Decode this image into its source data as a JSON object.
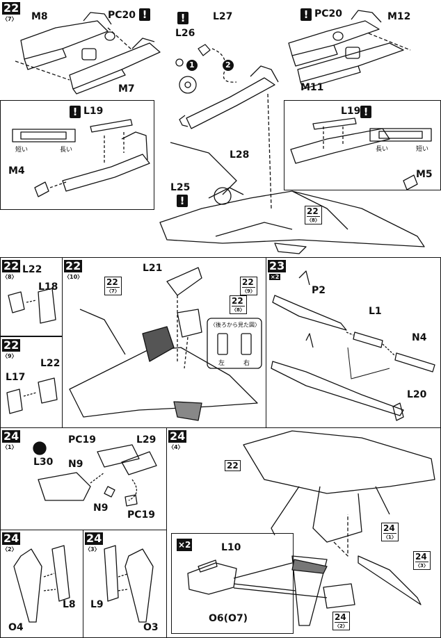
{
  "steps": {
    "s22_7": {
      "num": "22",
      "sub": "〈7〉"
    },
    "s22_8": {
      "num": "22",
      "sub": "〈8〉"
    },
    "s22_9": {
      "num": "22",
      "sub": "〈9〉"
    },
    "s22_10": {
      "num": "22",
      "sub": "〈10〉"
    },
    "s23": {
      "num": "23",
      "sub": "×2"
    },
    "s24_1": {
      "num": "24",
      "sub": "〈1〉"
    },
    "s24_2": {
      "num": "24",
      "sub": "〈2〉"
    },
    "s24_3": {
      "num": "24",
      "sub": "〈3〉"
    },
    "s24_4": {
      "num": "24",
      "sub": "〈4〉"
    }
  },
  "labels": {
    "m8": "M8",
    "pc20a": "PC20",
    "l26": "L26",
    "l27": "L27",
    "pc20b": "PC20",
    "m12": "M12",
    "m7": "M7",
    "m11": "M11",
    "l19a": "L19",
    "l19b": "L19",
    "m4": "M4",
    "m5": "M5",
    "l28": "L28",
    "l25": "L25",
    "l22a": "L22",
    "l18": "L18",
    "l17": "L17",
    "l22b": "L22",
    "l21": "L21",
    "p2": "P2",
    "l1": "L1",
    "n4": "N4",
    "l20": "L20",
    "l30": "L30",
    "pc19a": "PC19",
    "l29": "L29",
    "n9a": "N9",
    "n9b": "N9",
    "pc19b": "PC19",
    "o4": "O4",
    "l8": "L8",
    "l9": "L9",
    "o3": "O3",
    "l10": "L10",
    "o6o7": "O6(O7)",
    "x2": "×2"
  },
  "tags": {
    "t22_8_main": {
      "num": "22",
      "sub": "〈8〉"
    },
    "t22_7_ref": {
      "num": "22",
      "sub": "〈7〉"
    },
    "t22_8_ref": {
      "num": "22",
      "sub": "〈8〉"
    },
    "t22_9_ref": {
      "num": "22",
      "sub": "〈9〉"
    },
    "t22_main": {
      "num": "22",
      "sub": ""
    },
    "t24_1": {
      "num": "24",
      "sub": "〈1〉"
    },
    "t24_2": {
      "num": "24",
      "sub": "〈2〉"
    },
    "t24_3": {
      "num": "24",
      "sub": "〈3〉"
    }
  },
  "japanese": {
    "long": "長い",
    "short": "短い",
    "back_view": "〈後ろから見た図〉",
    "left": "左",
    "right": "右"
  },
  "order_marks": {
    "one": "1",
    "two": "2"
  },
  "warning": "!"
}
